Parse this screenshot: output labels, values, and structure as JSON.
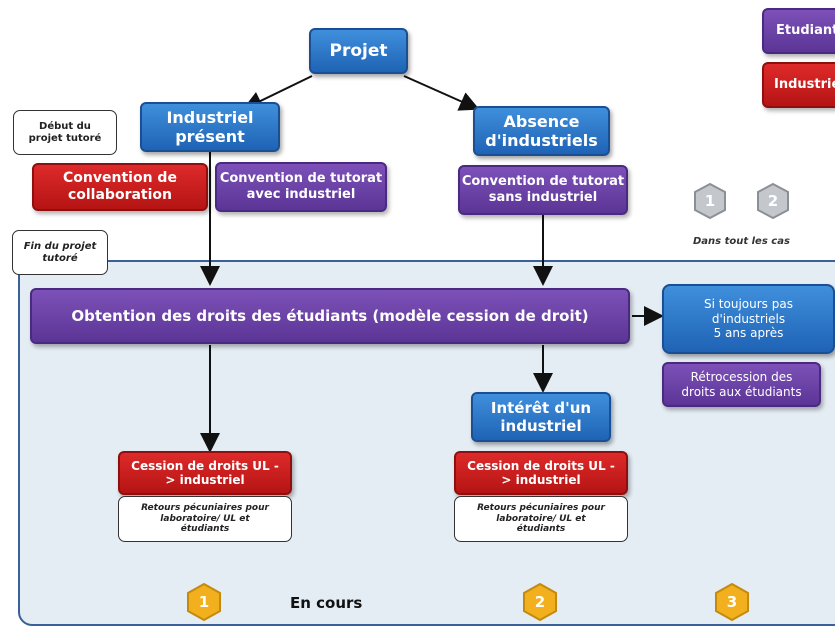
{
  "nodes": {
    "projet": "Projet",
    "industriel_present": "Industriel\nprésent",
    "absence_industriels": "Absence\nd'industriels",
    "debut_projet": "Début du\nprojet tutoré",
    "fin_projet": "Fin du projet\ntutoré",
    "convention_collaboration": "Convention de\ncollaboration",
    "convention_avec": "Convention de tutorat\navec industriel",
    "convention_sans": "Convention de tutorat\nsans industriel",
    "obtention": "Obtention des droits des étudiants (modèle cession de droit)",
    "si_toujours": "Si toujours pas\nd'industriels\n5 ans après",
    "retrocession": "Rétrocession des\ndroits aux étudiants",
    "interet": "Intérêt d'un\nindustriel",
    "cession_1": "Cession de droits UL -\n> industriel",
    "retours_1": "Retours pécuniaires pour\nlaboratoire/ UL et\nétudiants",
    "cession_2": "Cession de droits UL -\n> industriel",
    "retours_2": "Retours pécuniaires pour\nlaboratoire/ UL et\nétudiants",
    "dans_tout": "Dans tout les cas",
    "en_cours": "En cours"
  },
  "legend": {
    "etudiant": "Etudiant",
    "industriel": "Industriel"
  },
  "badges": {
    "gray_1": "1",
    "gray_2": "2",
    "gold_1": "1",
    "gold_2": "2",
    "gold_3": "3"
  },
  "colors": {
    "blue": "#2a74c9",
    "purple": "#6a42a8",
    "red": "#c81c1c",
    "gold": "#f2b01e",
    "gray": "#c4c8cc",
    "panel": "#e4ecf4"
  }
}
